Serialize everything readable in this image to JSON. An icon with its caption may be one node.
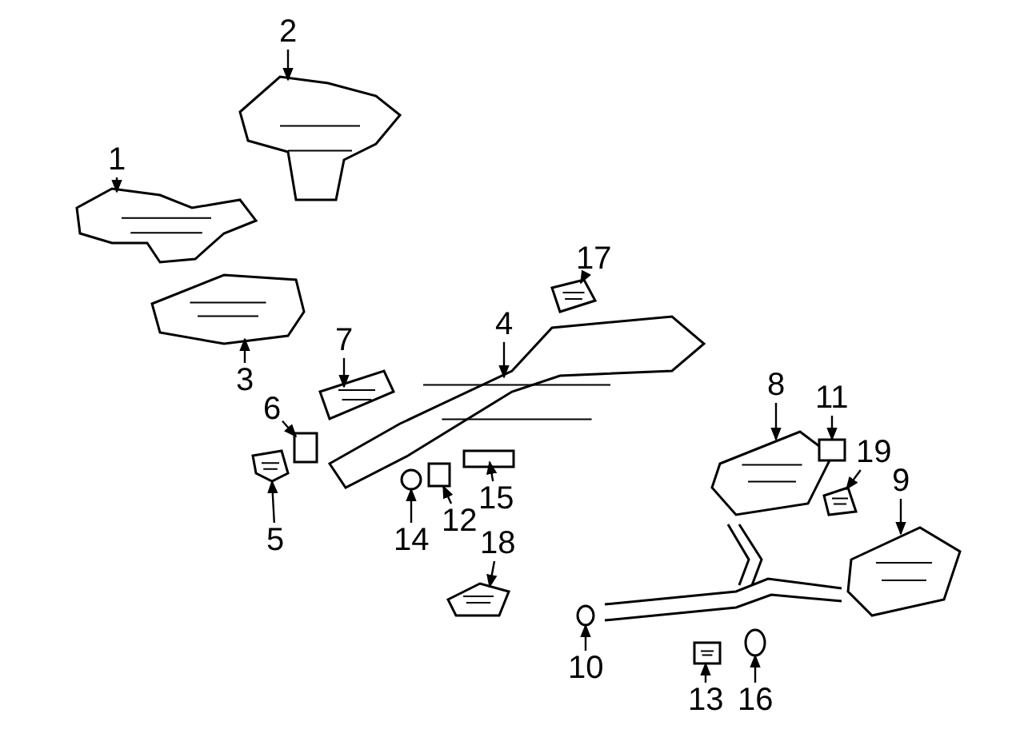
{
  "diagram": {
    "nodes": [
      {
        "text": [
          "1"
        ]
      },
      {
        "text": [],
        "shape": "picture"
      },
      {
        "text": [
          "2"
        ]
      },
      {
        "text": [],
        "shape": "picture"
      },
      {
        "text": [
          "3"
        ]
      },
      {
        "text": [],
        "shape": "picture"
      },
      {
        "text": [
          "4"
        ]
      },
      {
        "text": [],
        "shape": "picture"
      },
      {
        "text": [
          "5"
        ]
      },
      {
        "text": [],
        "shape": "picture"
      },
      {
        "text": [
          "6"
        ]
      },
      {
        "text": [],
        "shape": "box"
      },
      {
        "text": [
          "7"
        ]
      },
      {
        "text": [],
        "shape": "picture"
      },
      {
        "text": [
          "8"
        ]
      },
      {
        "text": [],
        "shape": "picture"
      },
      {
        "text": [
          "9"
        ]
      },
      {
        "text": [],
        "shape": "picture"
      },
      {
        "text": [
          "10"
        ]
      },
      {
        "text": [],
        "shape": "circle"
      },
      {
        "text": [
          "11"
        ]
      },
      {
        "text": [],
        "shape": "box"
      },
      {
        "text": [
          "12"
        ]
      },
      {
        "text": [],
        "shape": "box"
      },
      {
        "text": [
          "13"
        ]
      },
      {
        "text": [],
        "shape": "picture"
      },
      {
        "text": [
          "14"
        ]
      },
      {
        "text": [],
        "shape": "circle"
      },
      {
        "text": [
          "15"
        ]
      },
      {
        "text": [],
        "shape": "box"
      },
      {
        "text": [
          "16"
        ]
      },
      {
        "text": [],
        "shape": "circle"
      },
      {
        "text": [
          "17"
        ]
      },
      {
        "text": [],
        "shape": "picture"
      },
      {
        "text": [
          "18"
        ]
      },
      {
        "text": [],
        "shape": "picture"
      },
      {
        "text": [
          "19"
        ]
      },
      {
        "text": [],
        "shape": "picture"
      }
    ],
    "edges": [
      {
        "from": 0,
        "to": 1,
        "arrow": "to"
      },
      {
        "from": 2,
        "to": 3,
        "arrow": "to"
      },
      {
        "from": 4,
        "to": 5,
        "arrow": "to"
      },
      {
        "from": 6,
        "to": 7,
        "arrow": "to"
      },
      {
        "from": 8,
        "to": 9,
        "arrow": "to"
      },
      {
        "from": 10,
        "to": 11,
        "arrow": "to"
      },
      {
        "from": 12,
        "to": 13,
        "arrow": "to"
      },
      {
        "from": 14,
        "to": 15,
        "arrow": "to"
      },
      {
        "from": 16,
        "to": 17,
        "arrow": "to"
      },
      {
        "from": 18,
        "to": 19,
        "arrow": "to"
      },
      {
        "from": 20,
        "to": 21,
        "arrow": "to"
      },
      {
        "from": 22,
        "to": 23,
        "arrow": "to"
      },
      {
        "from": 24,
        "to": 25,
        "arrow": "to"
      },
      {
        "from": 26,
        "to": 27,
        "arrow": "to"
      },
      {
        "from": 28,
        "to": 29,
        "arrow": "to"
      },
      {
        "from": 30,
        "to": 31,
        "arrow": "to"
      },
      {
        "from": 32,
        "to": 33,
        "arrow": "to"
      },
      {
        "from": 34,
        "to": 35,
        "arrow": "to"
      },
      {
        "from": 36,
        "to": 37,
        "arrow": "to"
      }
    ]
  }
}
